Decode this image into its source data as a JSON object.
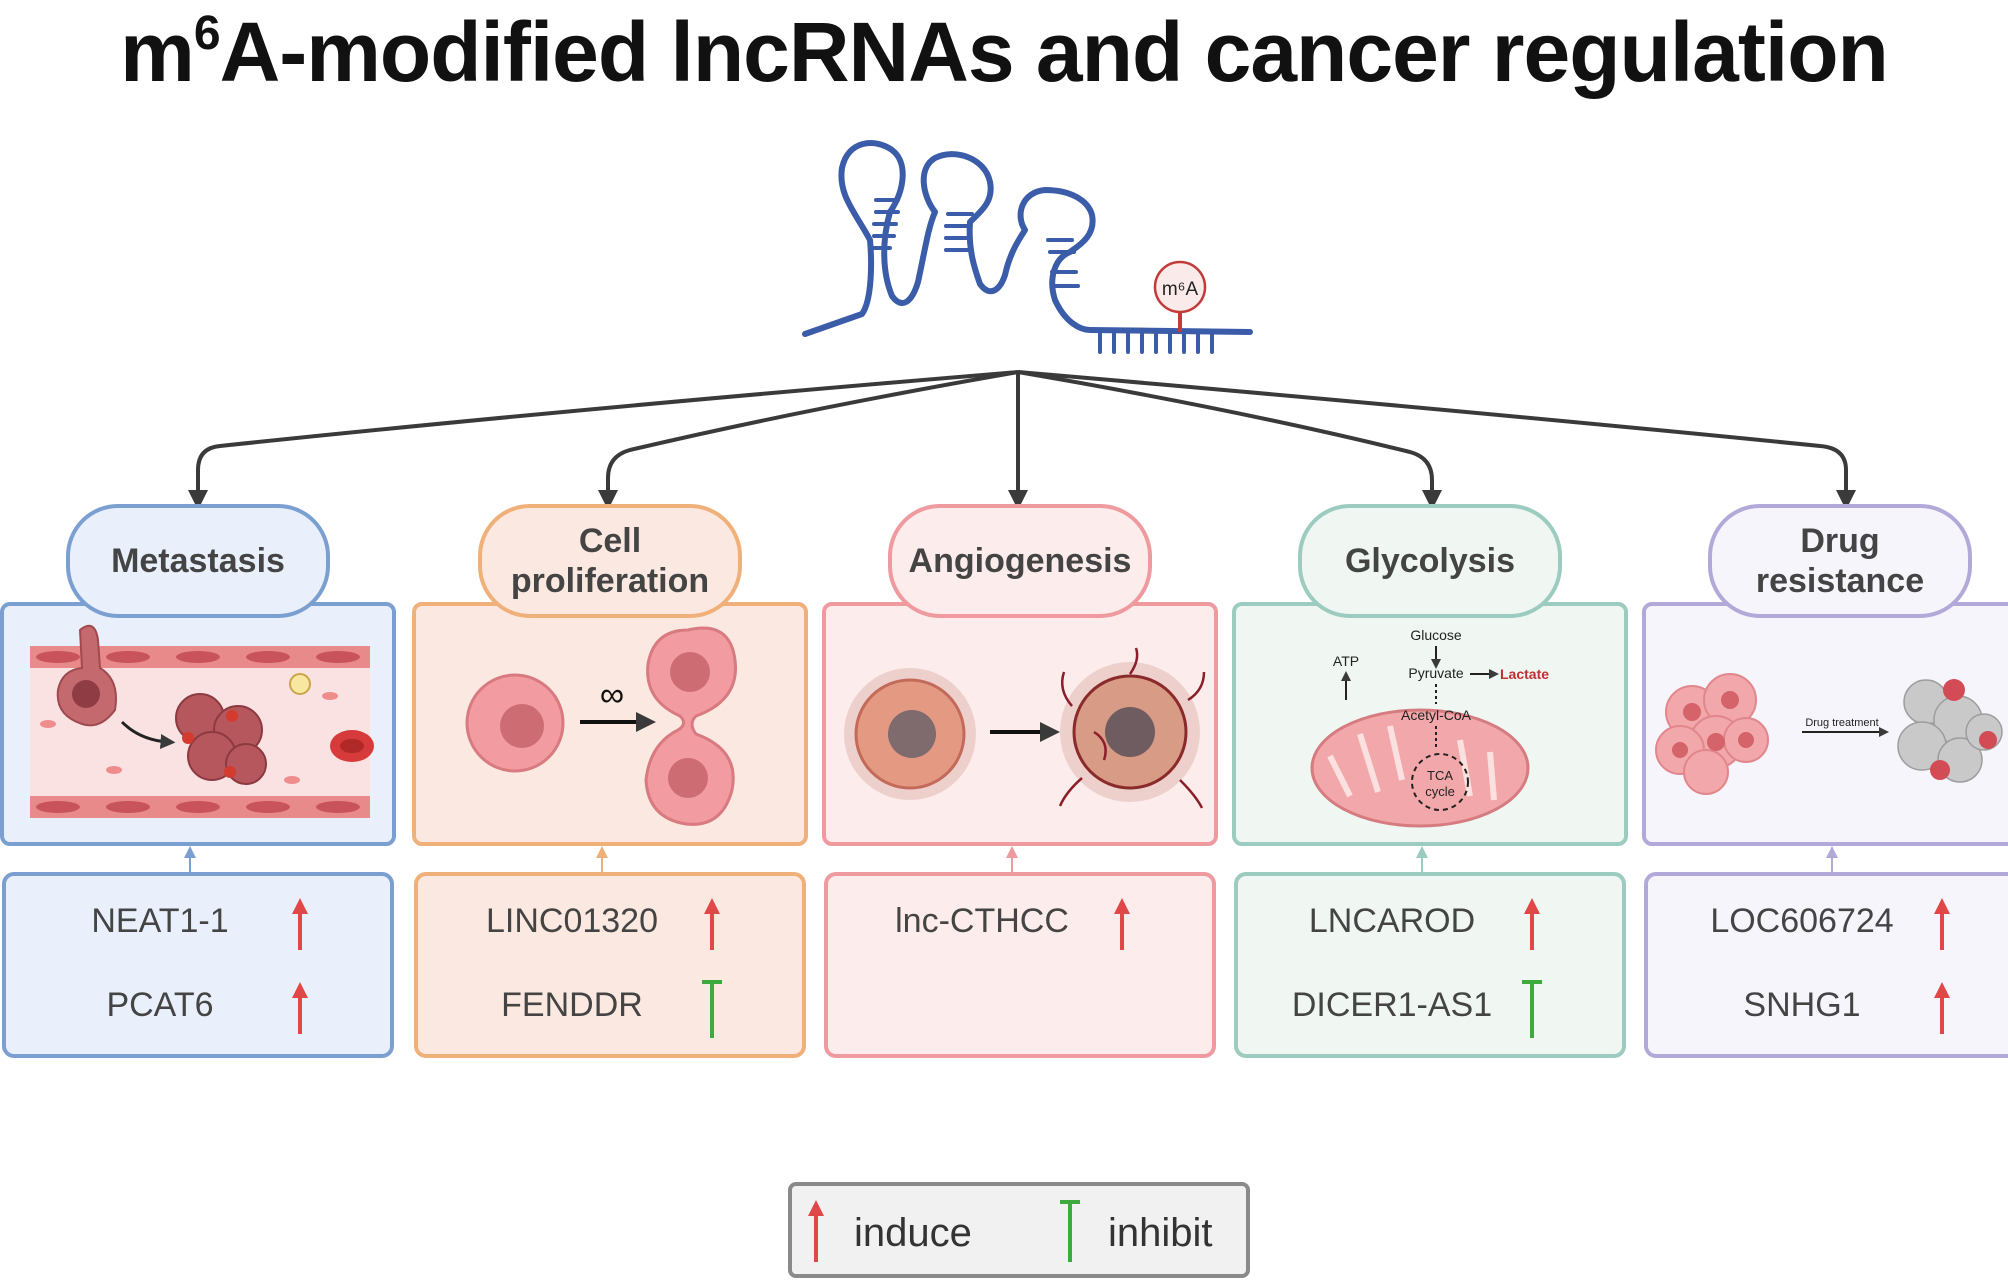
{
  "title": {
    "prefix": "m",
    "superscript": "6",
    "suffix": "A-modified lncRNAs and cancer regulation"
  },
  "rna": {
    "badge": "m⁶A"
  },
  "categories": [
    {
      "label_lines": [
        "Metastasis"
      ],
      "accent": "#7b9fd1",
      "fill": "#eaf0fb",
      "lncrnas": [
        {
          "name": "NEAT1-1",
          "effect": "induce"
        },
        {
          "name": "PCAT6",
          "effect": "induce"
        }
      ]
    },
    {
      "label_lines": [
        "Cell",
        "proliferation"
      ],
      "accent": "#f0b07a",
      "fill": "#fbe9e1",
      "lncrnas": [
        {
          "name": "LINC01320",
          "effect": "induce"
        },
        {
          "name": "FENDDR",
          "effect": "inhibit"
        }
      ]
    },
    {
      "label_lines": [
        "Angiogenesis"
      ],
      "accent": "#ee9a9f",
      "fill": "#fdecec",
      "lncrnas": [
        {
          "name": "lnc-CTHCC",
          "effect": "induce"
        }
      ]
    },
    {
      "label_lines": [
        "Glycolysis"
      ],
      "accent": "#9ccbbf",
      "fill": "#f0f7f3",
      "lncrnas": [
        {
          "name": "LNCAROD",
          "effect": "induce"
        },
        {
          "name": "DICER1-AS1",
          "effect": "inhibit"
        }
      ]
    },
    {
      "label_lines": [
        "Drug",
        "resistance"
      ],
      "accent": "#b2a9d9",
      "fill": "#f7f5fc",
      "lncrnas": [
        {
          "name": "LOC606724",
          "effect": "induce"
        },
        {
          "name": "SNHG1",
          "effect": "induce"
        }
      ]
    }
  ],
  "glycolysis_panel": {
    "glucose": "Glucose",
    "pyruvate": "Pyruvate",
    "lactate": "Lactate",
    "atp": "ATP",
    "acetyl_coa": "Acetyl-CoA",
    "tca_line1": "TCA",
    "tca_line2": "cycle"
  },
  "drug_panel": {
    "treatment": "Drug treatment"
  },
  "legend": {
    "induce": "induce",
    "inhibit": "inhibit"
  },
  "colors": {
    "induce": "#e04848",
    "inhibit": "#3caa3c",
    "rna": "#3b5ca8",
    "m6a": "#c23a3a",
    "lactate": "#c03030"
  }
}
